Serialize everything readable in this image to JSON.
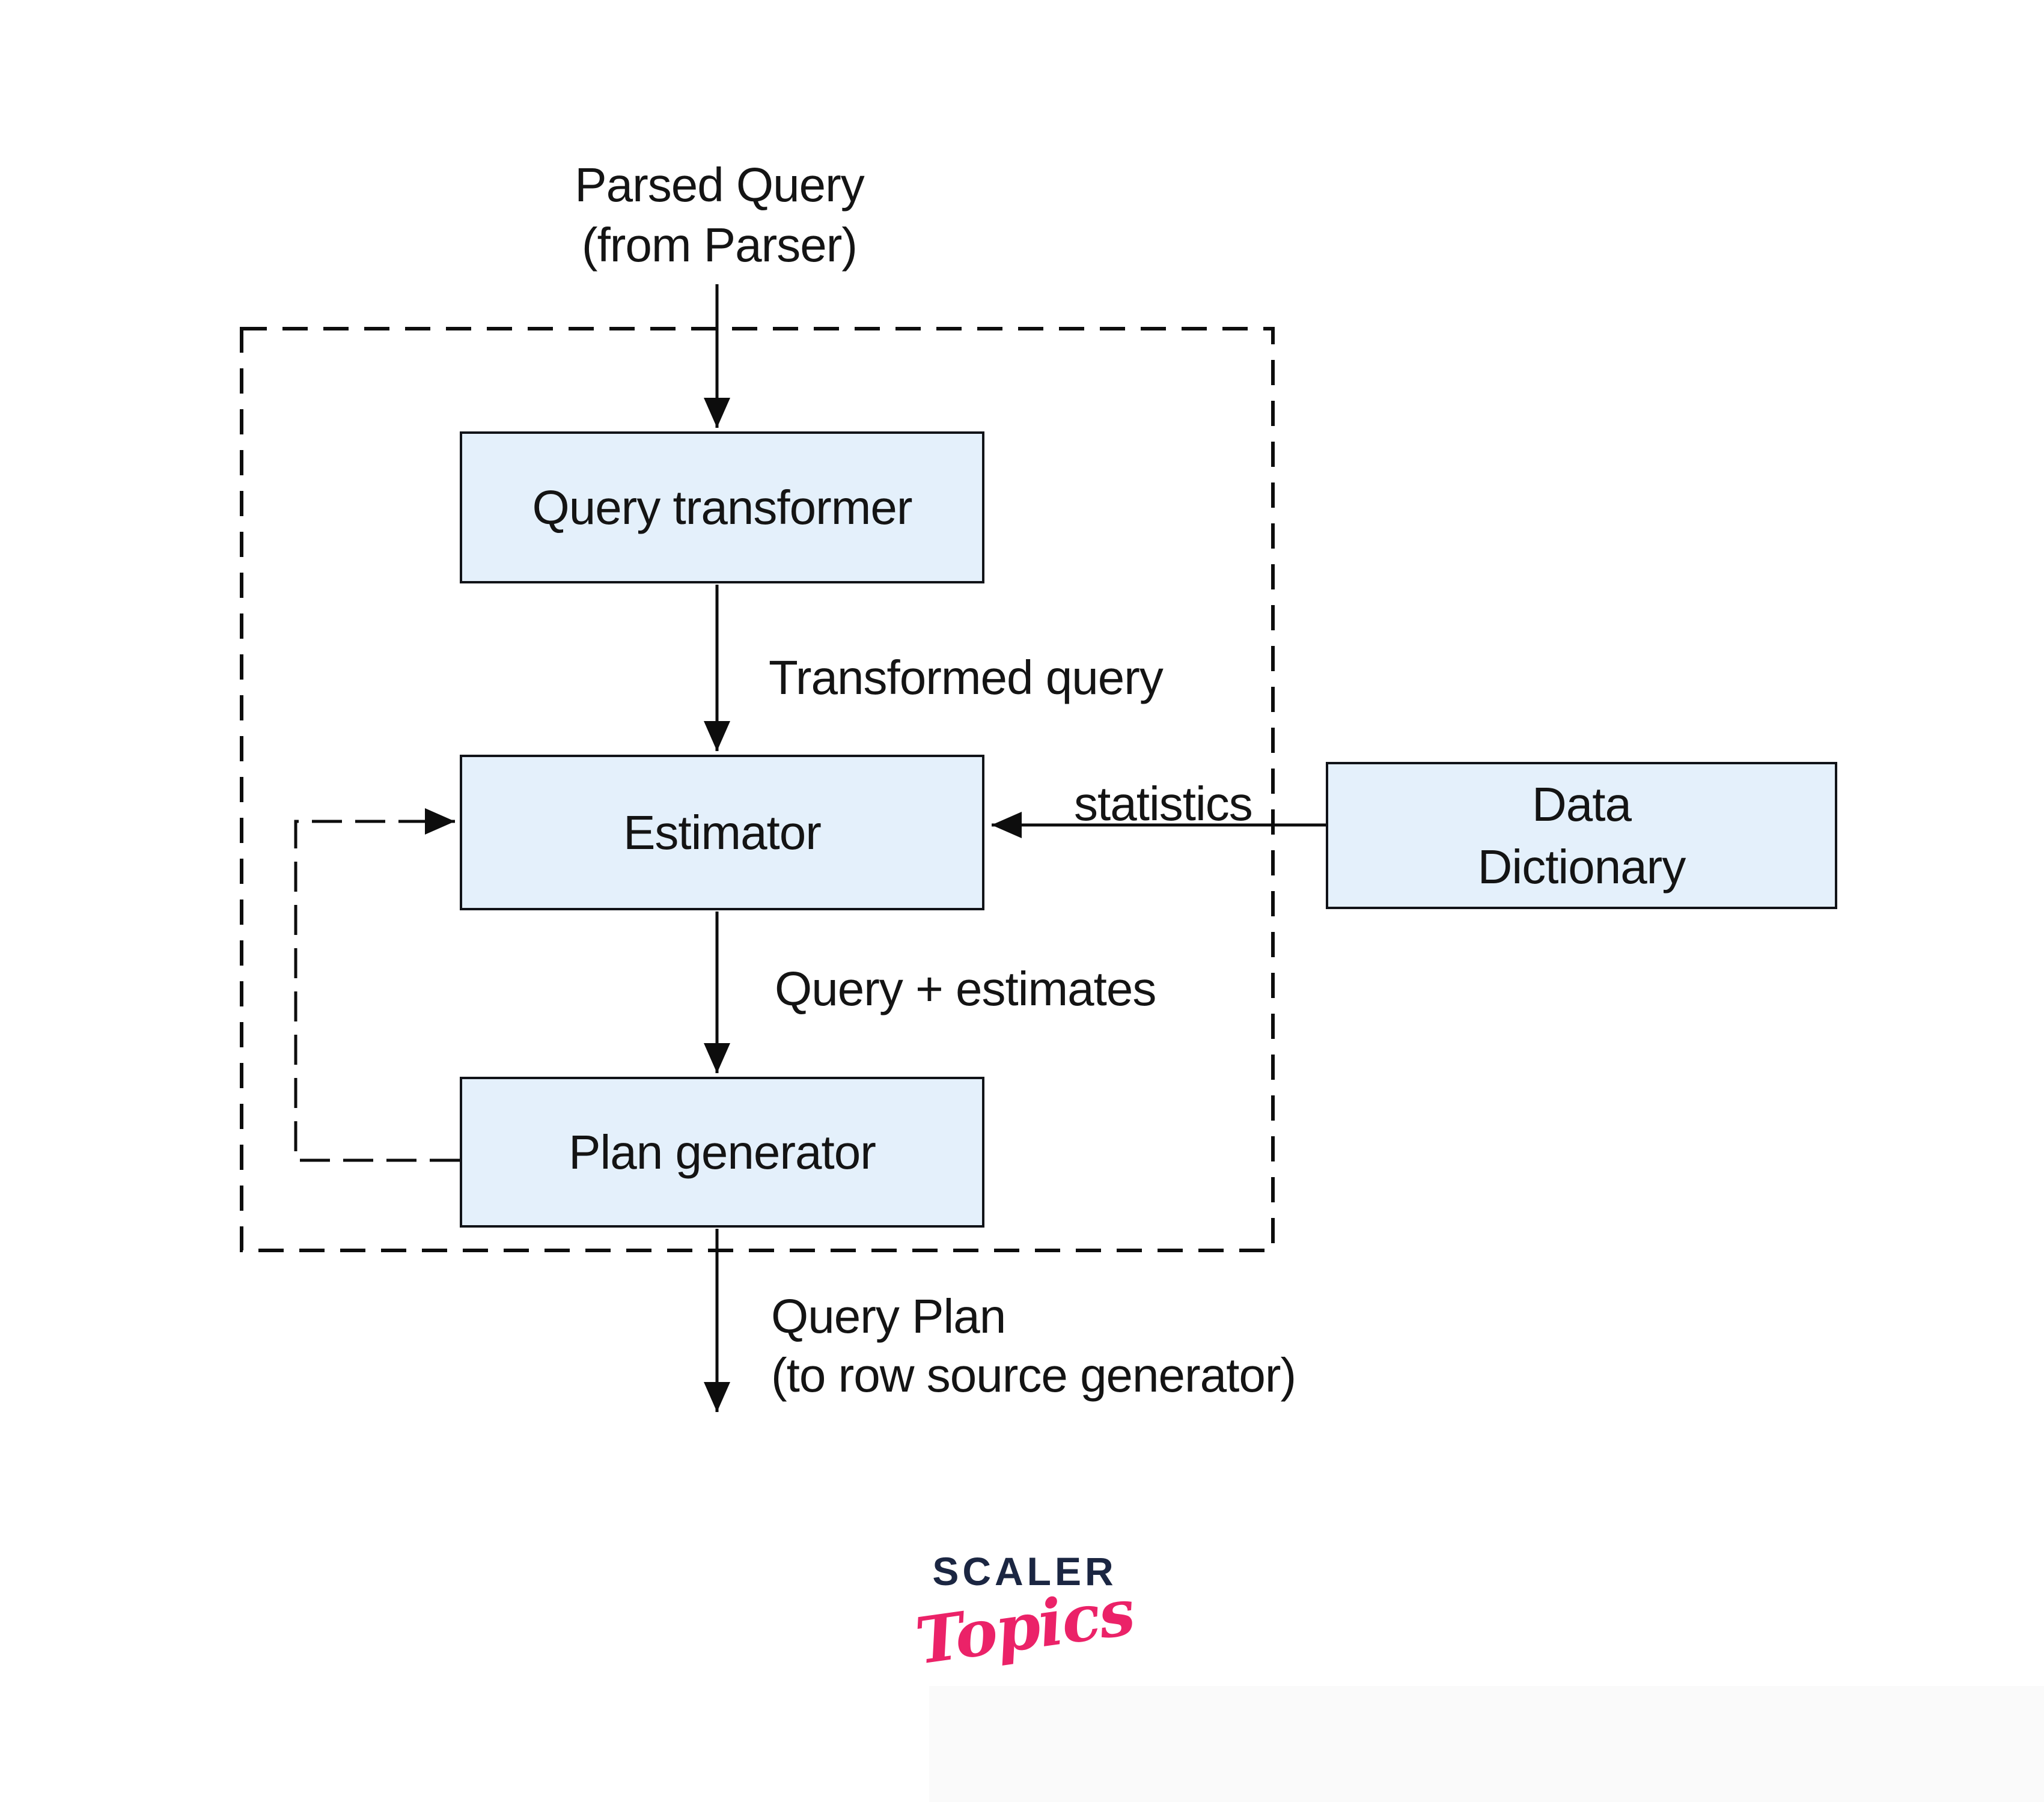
{
  "diagram": {
    "input_label": {
      "line1": "Parsed Query",
      "line2": "(from Parser)"
    },
    "nodes": {
      "query_transformer": {
        "label": "Query transformer"
      },
      "estimator": {
        "label": "Estimator"
      },
      "plan_generator": {
        "label": "Plan generator"
      },
      "data_dictionary": {
        "line1": "Data",
        "line2": "Dictionary"
      }
    },
    "edge_labels": {
      "transformed_query": "Transformed query",
      "statistics": "statistics",
      "query_estimates": "Query + estimates",
      "output_line1": "Query Plan",
      "output_line2": "(to row source generator)"
    },
    "colors": {
      "node_fill": "#e4f0fb",
      "node_border": "#111318",
      "line": "#0d0d0d",
      "text": "#141414"
    }
  },
  "logo": {
    "brand": "SCALER",
    "sub": "Topics",
    "brand_color": "#1b2642",
    "sub_color": "#eb2268"
  }
}
